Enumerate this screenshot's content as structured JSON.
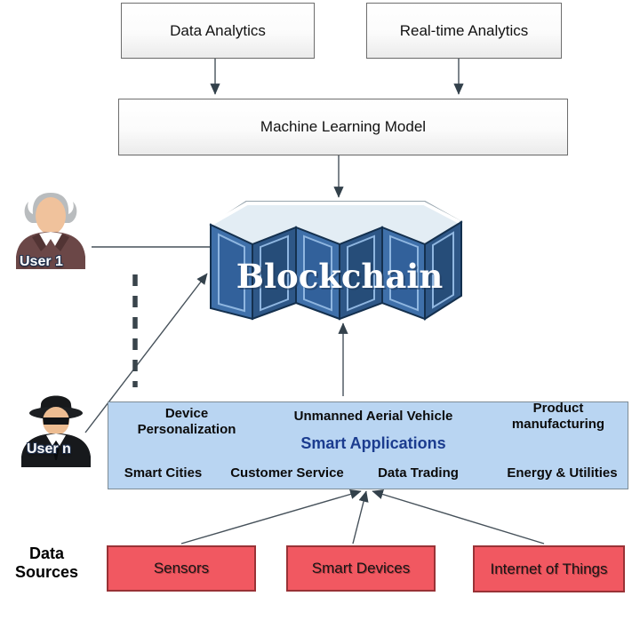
{
  "top_boxes": {
    "data_analytics": "Data Analytics",
    "realtime_analytics": "Real-time Analytics",
    "ml_model": "Machine Learning Model"
  },
  "blockchain": {
    "label": "Blockchain"
  },
  "users": {
    "user1": "User 1",
    "usern": "User n"
  },
  "smart_applications": {
    "title": "Smart Applications",
    "items_top": [
      "Device Personalization",
      "Unmanned Aerial Vehicle",
      "Product manufacturing"
    ],
    "items_bottom": [
      "Smart Cities",
      "Customer Service",
      "Data Trading",
      "Energy & Utilities"
    ]
  },
  "data_sources": {
    "label": "Data Sources",
    "items": [
      "Sensors",
      "Smart Devices",
      "Internet of Things"
    ]
  },
  "colors": {
    "smart-bg": "#b9d5f2",
    "smart-border": "#7d8c96",
    "source-bg": "#f15861",
    "source-border": "#993236",
    "title-blue": "#1b3c8f",
    "line": "#46515a",
    "panel-light": "#3f70aa",
    "panel-dark": "#2e5787"
  }
}
